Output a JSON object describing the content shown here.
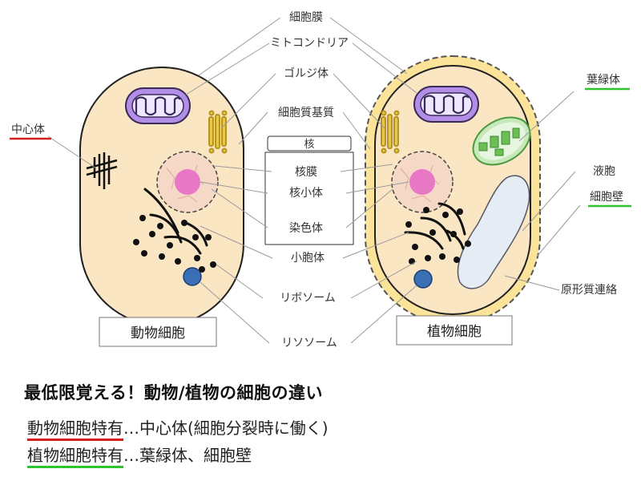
{
  "labels": {
    "cell_membrane": "細胞膜",
    "mitochondria": "ミトコンドリア",
    "golgi": "ゴルジ体",
    "cytoplasm_matrix": "細胞質基質",
    "nucleus_box": "核",
    "nuclear_membrane": "核膜",
    "nucleolus": "核小体",
    "chromosome": "染色体",
    "er": "小胞体",
    "ribosome": "リボソーム",
    "lysosome": "リソソーム",
    "centrosome": "中心体",
    "chloroplast": "葉緑体",
    "vacuole": "液胞",
    "cell_wall": "細胞壁",
    "plasmodesmata": "原形質連絡"
  },
  "captions": {
    "animal": "動物細胞",
    "plant": "植物細胞"
  },
  "summary": {
    "headline": "最低限覚える！動物/植物の細胞の違い",
    "animal_term": "動物細胞特有",
    "animal_rest": "…中心体(細胞分裂時に働く)",
    "plant_term": "植物細胞特有",
    "plant_rest": "…葉緑体、細胞壁"
  },
  "colors": {
    "cytoplasm": "#fbe6c4",
    "mitochondria": "#b38ee6",
    "nucleus_fill": "#f6d8c6",
    "nucleolus": "#e878c6",
    "lysosome": "#3a6fb5",
    "chloroplast": "#8fd07a",
    "vacuole": "#dfe8f2",
    "cell_wall": "#fbe39a",
    "golgi": "#e6c64d",
    "red_underline": "#d62020",
    "green_underline": "#2fc42f"
  }
}
